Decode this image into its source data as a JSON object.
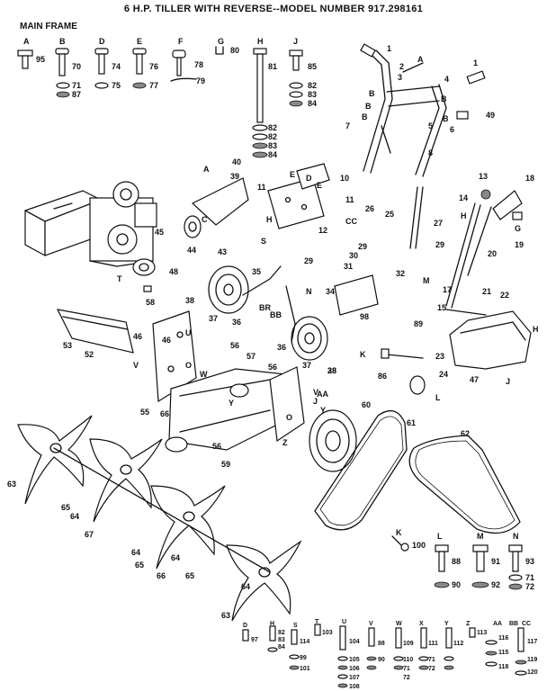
{
  "title": "6 H.P. TILLER WITH REVERSE--MODEL NUMBER 917.298161",
  "section": "MAIN FRAME",
  "hardware_letters": [
    "A",
    "B",
    "D",
    "E",
    "F",
    "G",
    "H",
    "J"
  ],
  "hardware_numbers": [
    "95",
    "70",
    "71",
    "87",
    "74",
    "75",
    "76",
    "77",
    "78",
    "79",
    "80",
    "81",
    "82",
    "82",
    "83",
    "84",
    "85",
    "82",
    "83",
    "84"
  ],
  "callouts": [
    "1",
    "1",
    "2",
    "3",
    "4",
    "5",
    "6",
    "7",
    "8",
    "10",
    "11",
    "11",
    "12",
    "13",
    "14",
    "15",
    "17",
    "18",
    "19",
    "20",
    "21",
    "22",
    "23",
    "24",
    "25",
    "26",
    "27",
    "28",
    "29",
    "29",
    "29",
    "30",
    "31",
    "32",
    "34",
    "35",
    "36",
    "36",
    "37",
    "37",
    "38",
    "38",
    "39",
    "40",
    "43",
    "44",
    "45",
    "46",
    "46",
    "47",
    "48",
    "49",
    "52",
    "53",
    "55",
    "56",
    "56",
    "56",
    "57",
    "58",
    "59",
    "60",
    "61",
    "62",
    "63",
    "63",
    "64",
    "64",
    "64",
    "64",
    "65",
    "65",
    "65",
    "66",
    "66",
    "67",
    "86",
    "89",
    "98",
    "100"
  ],
  "part_letters": [
    "A",
    "A",
    "B",
    "B",
    "B",
    "B",
    "B",
    "C",
    "CC",
    "D",
    "E",
    "E",
    "G",
    "H",
    "H",
    "H",
    "J",
    "J",
    "K",
    "L",
    "M",
    "N",
    "O",
    "O",
    "S",
    "T",
    "U",
    "V",
    "V",
    "W",
    "Y",
    "Y",
    "Z",
    "AA",
    "BB",
    "BR"
  ],
  "parts_bottom": [
    {
      "letter": "K",
      "num": "100"
    },
    {
      "letter": "L",
      "num": "88",
      "sub": "90"
    },
    {
      "letter": "M",
      "num": "91",
      "sub": "92"
    },
    {
      "letter": "N",
      "num": "93",
      "sub": "71",
      "sub2": "72"
    }
  ],
  "strip": {
    "letters": [
      "D",
      "H",
      "S",
      "T",
      "U",
      "V",
      "W",
      "X",
      "Y",
      "Z",
      "AA",
      "BB",
      "CC"
    ],
    "numbers": [
      "97",
      "82",
      "83",
      "84",
      "114",
      "103",
      "99",
      "101",
      "104",
      "105",
      "106",
      "107",
      "108",
      "88",
      "90",
      "109",
      "110",
      "71",
      "72",
      "111",
      "112",
      "71",
      "72",
      "113",
      "116",
      "115",
      "117",
      "118",
      "119",
      "120"
    ]
  }
}
